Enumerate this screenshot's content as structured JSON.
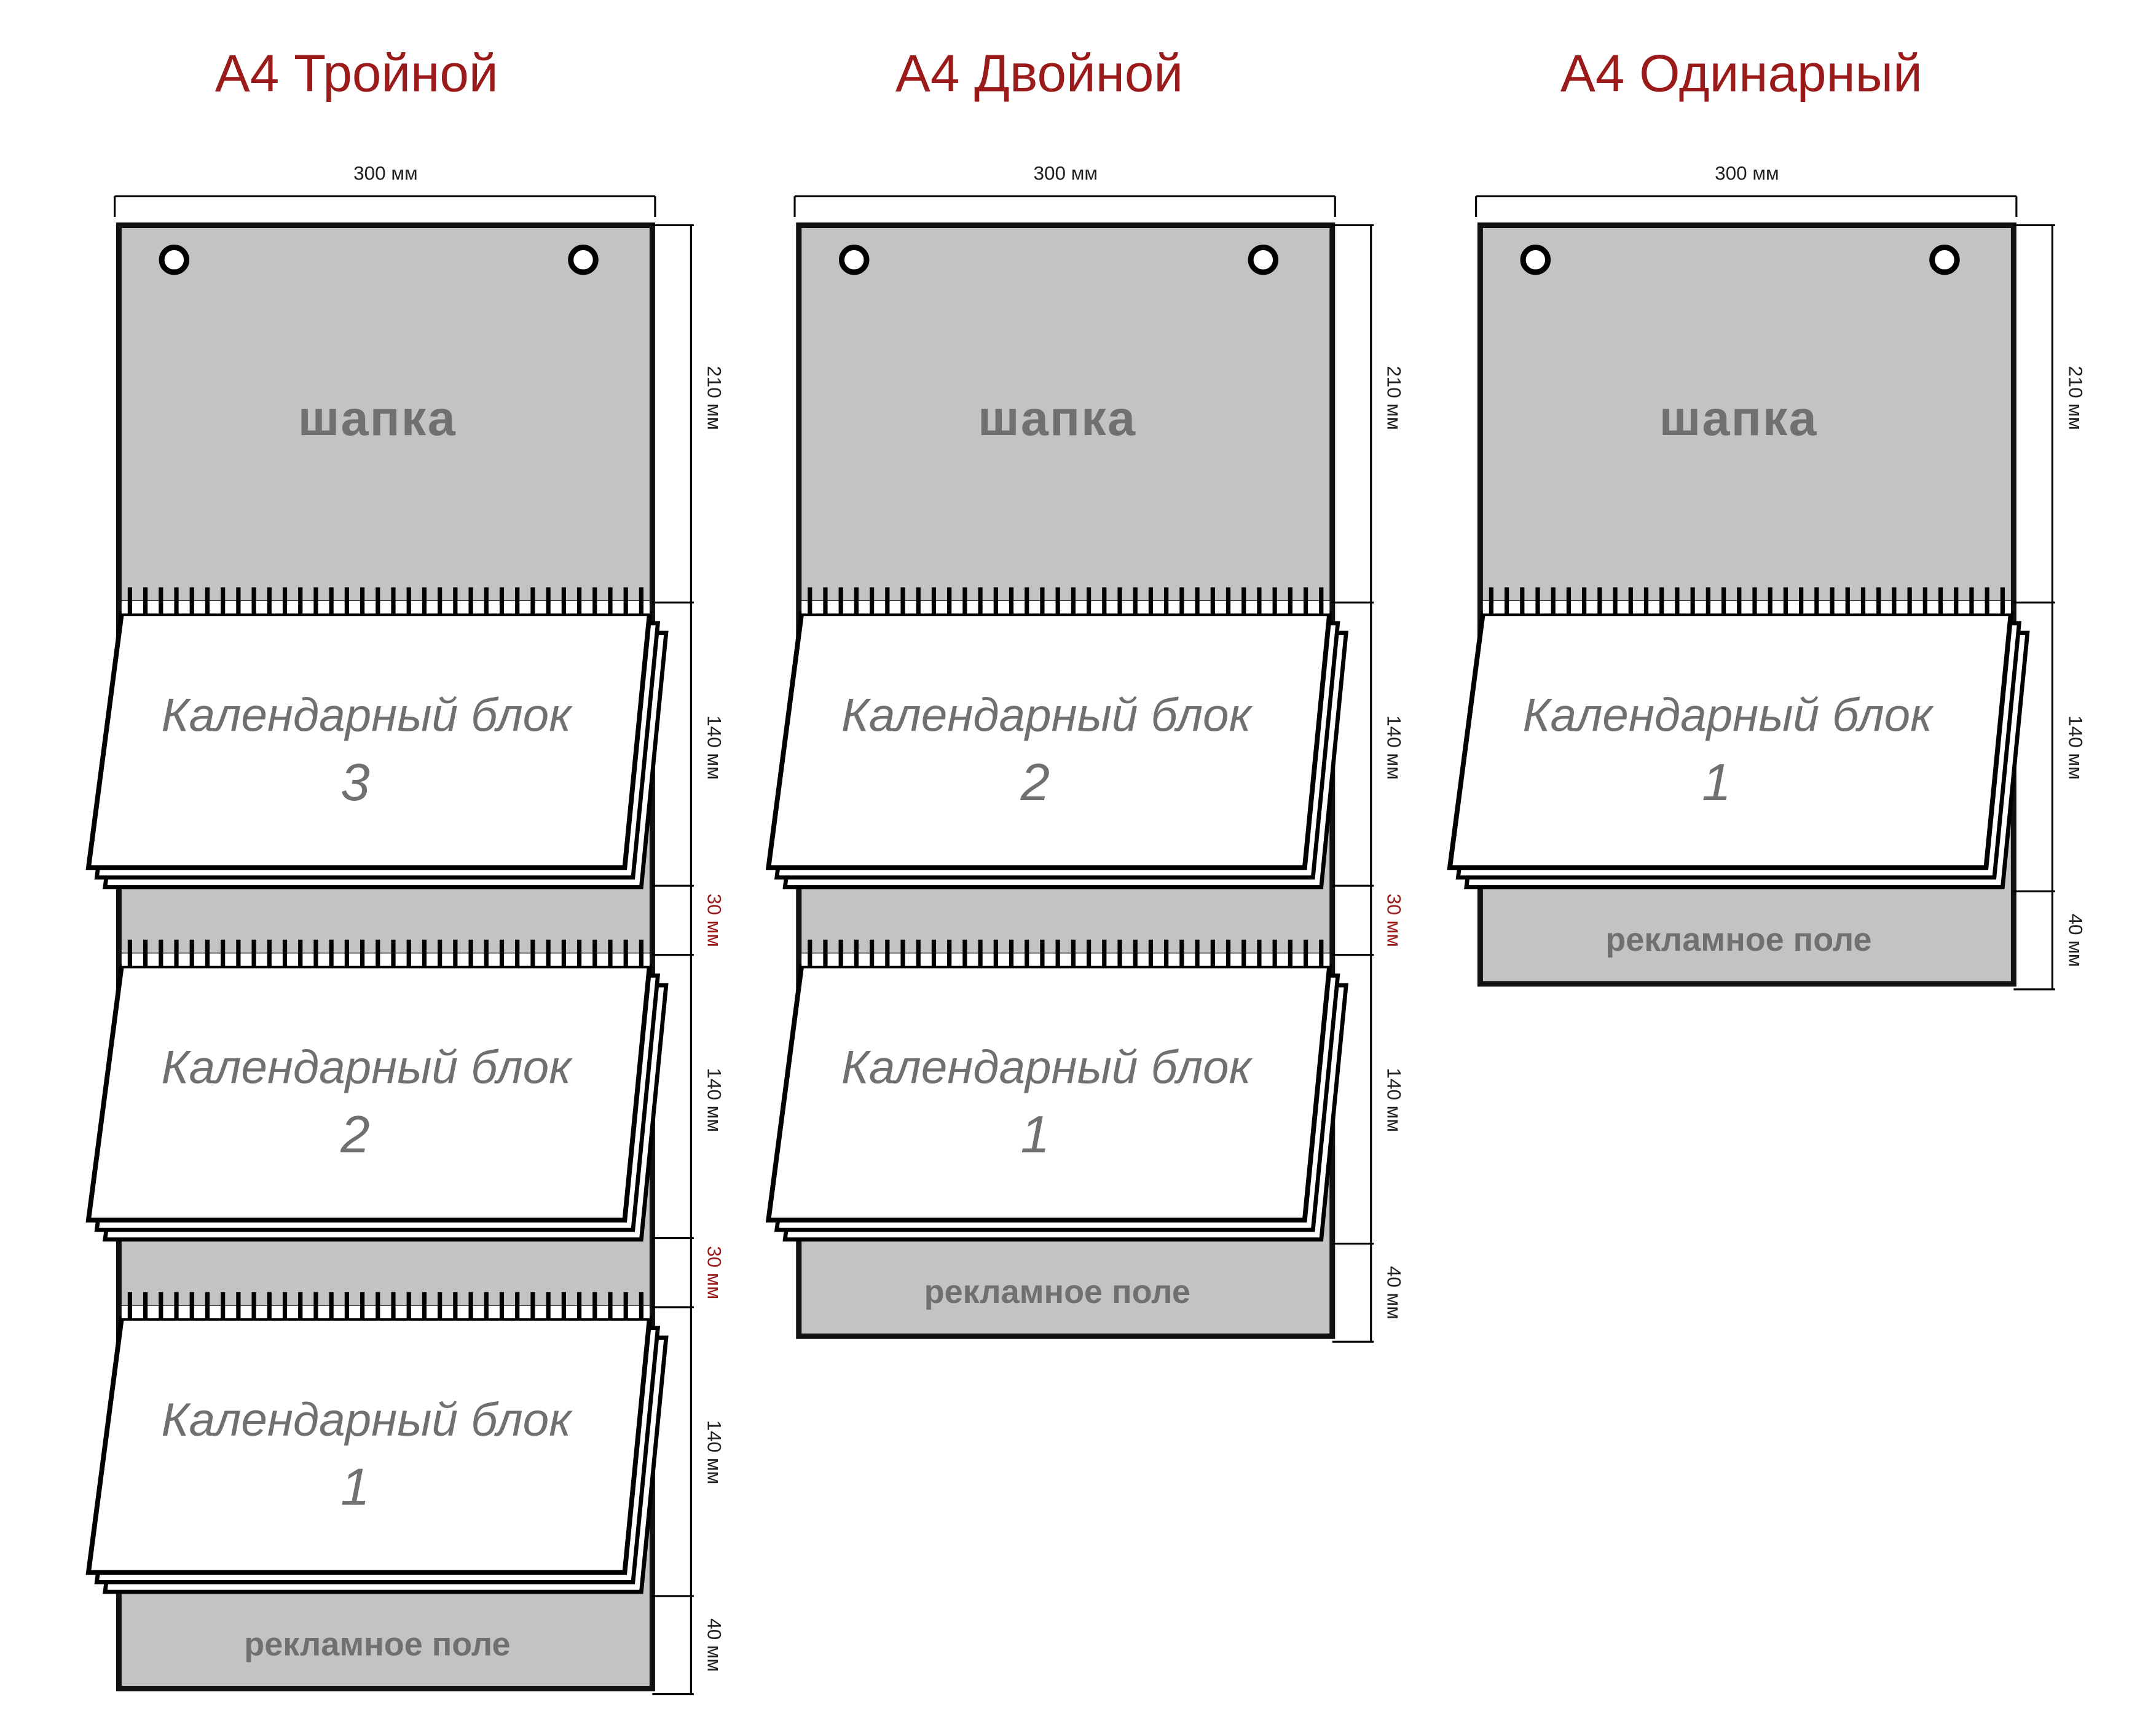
{
  "colors": {
    "title": "#9b1b1b",
    "gray_panel": "#c3c3c3",
    "gray_text": "#707070",
    "outline": "#111111",
    "dim_30": "#9b1b1b",
    "dim_text": "#222222"
  },
  "calendars": [
    {
      "title": "А4 Тройной",
      "width_label": "300 мм",
      "header_label": "шапка",
      "ad_label": "рекламное поле",
      "blocks": [
        {
          "label": "Календарный блок",
          "number": "3"
        },
        {
          "label": "Календарный блок",
          "number": "2"
        },
        {
          "label": "Календарный блок",
          "number": "1"
        }
      ],
      "dims": [
        {
          "label": "210 мм",
          "accent": false
        },
        {
          "label": "140 мм",
          "accent": false
        },
        {
          "label": "30 мм",
          "accent": true
        },
        {
          "label": "140 мм",
          "accent": false
        },
        {
          "label": "30 мм",
          "accent": true
        },
        {
          "label": "140 мм",
          "accent": false
        },
        {
          "label": "40 мм",
          "accent": false
        }
      ]
    },
    {
      "title": "А4  Двойной",
      "width_label": "300 мм",
      "header_label": "шапка",
      "ad_label": "рекламное поле",
      "blocks": [
        {
          "label": "Календарный блок",
          "number": "2"
        },
        {
          "label": "Календарный блок",
          "number": "1"
        }
      ],
      "dims": [
        {
          "label": "210 мм",
          "accent": false
        },
        {
          "label": "140 мм",
          "accent": false
        },
        {
          "label": "30 мм",
          "accent": true
        },
        {
          "label": "140 мм",
          "accent": false
        },
        {
          "label": "40 мм",
          "accent": false
        }
      ]
    },
    {
      "title": "А4  Одинарный",
      "width_label": "300 мм",
      "header_label": "шапка",
      "ad_label": "рекламное поле",
      "blocks": [
        {
          "label": "Календарный блок",
          "number": "1"
        }
      ],
      "dims": [
        {
          "label": "210 мм",
          "accent": false
        },
        {
          "label": "140 мм",
          "accent": false
        },
        {
          "label": "40 мм",
          "accent": false
        }
      ]
    }
  ]
}
